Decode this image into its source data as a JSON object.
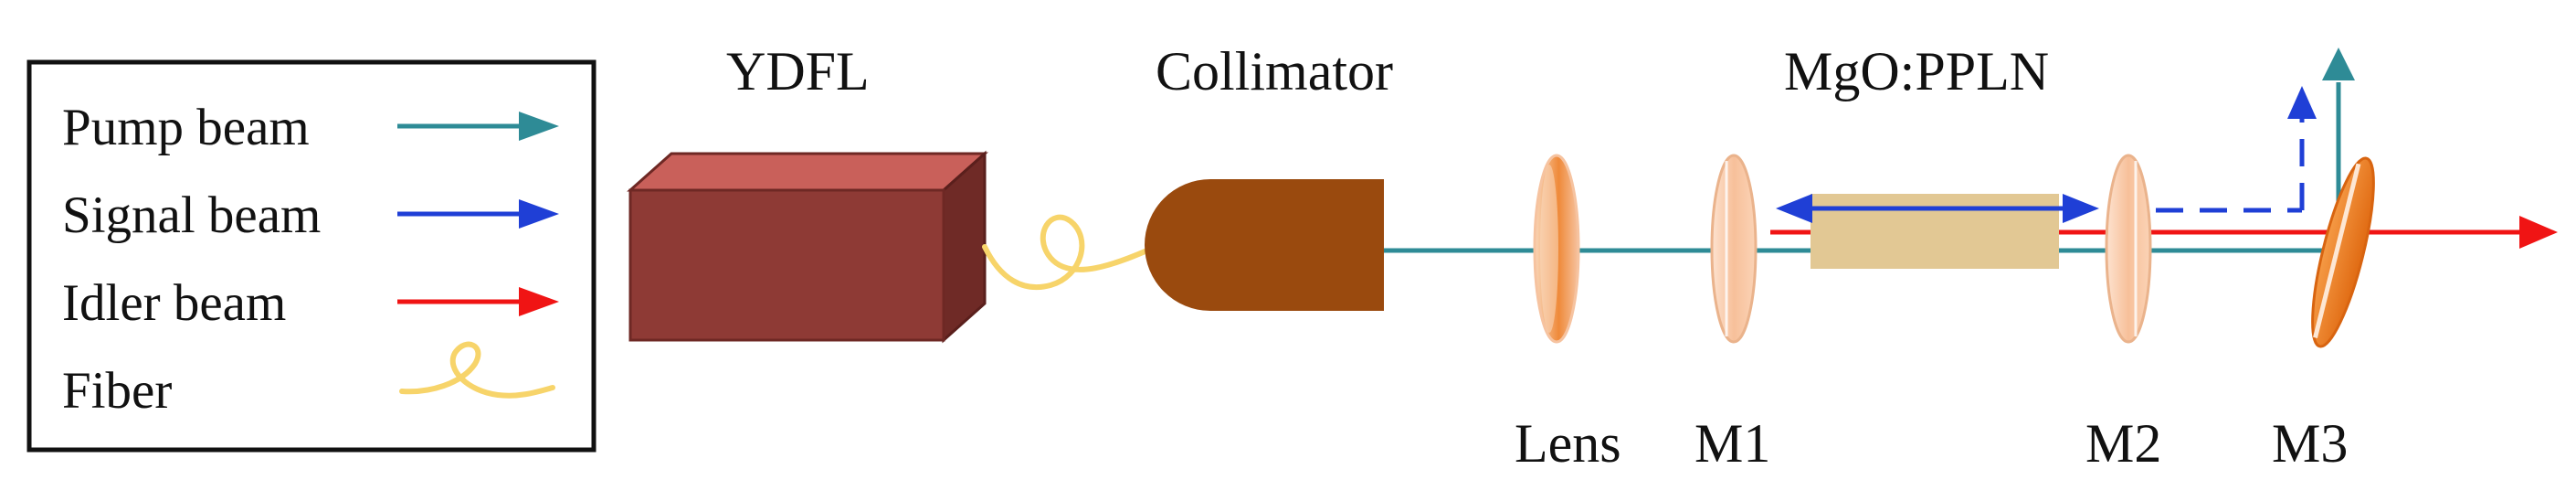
{
  "legend": {
    "items": [
      {
        "label": "Pump beam",
        "color": "#2e8b96",
        "icon": "arrow-right-icon"
      },
      {
        "label": "Signal beam",
        "color": "#1f3fd6",
        "icon": "arrow-right-icon"
      },
      {
        "label": "Idler beam",
        "color": "#f01414",
        "icon": "arrow-right-icon"
      },
      {
        "label": "Fiber",
        "color": "#f7d46a",
        "icon": "fiber-coil-icon"
      }
    ]
  },
  "components": {
    "laser": "YDFL",
    "collimator": "Collimator",
    "crystal": "MgO:PPLN",
    "lens": "Lens",
    "mirror1": "M1",
    "mirror2": "M2",
    "mirror3": "M3"
  },
  "colors": {
    "pump": "#2e8b96",
    "signal": "#1f3fd6",
    "idler": "#f01414",
    "fiber": "#f7d46a",
    "laser_box": "#8e3a35",
    "collimator": "#9a4a0e",
    "crystal": "#e2c894",
    "optic_light": "#f6c3a0",
    "optic_dark": "#ec7a22"
  }
}
